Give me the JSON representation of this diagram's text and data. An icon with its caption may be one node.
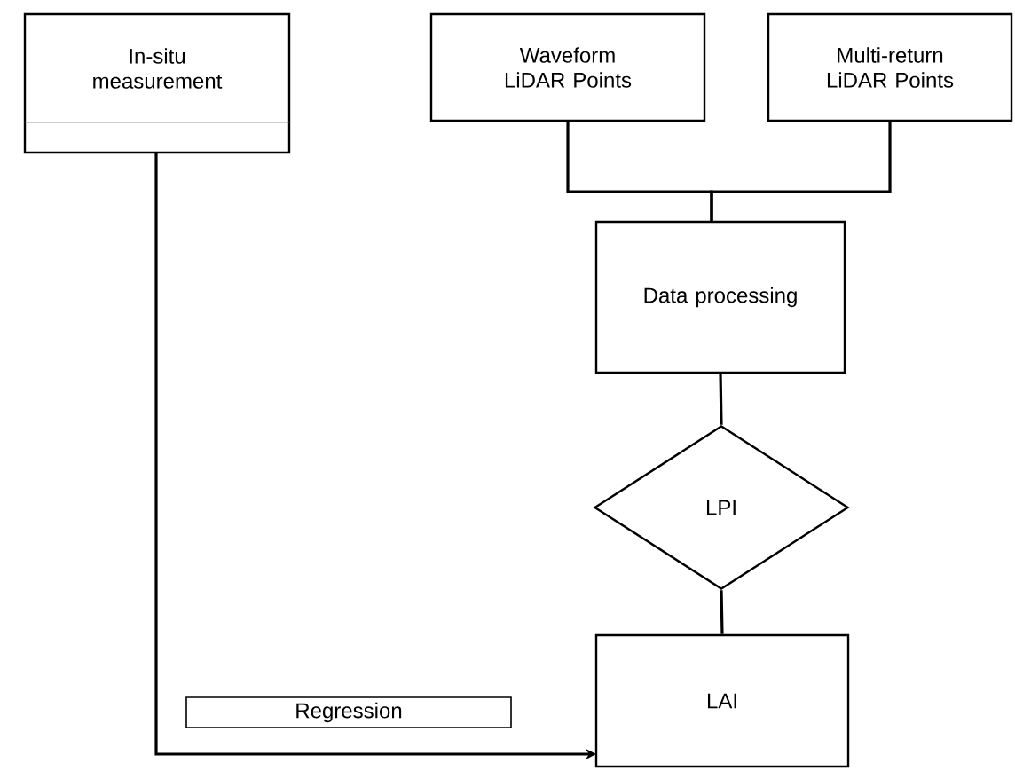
{
  "diagram": {
    "nodes": [
      {
        "text": [
          "In-situ measurement"
        ]
      },
      {
        "text": [
          "Waveform LiDAR Points"
        ]
      },
      {
        "text": [
          "Multi-return LiDAR Points"
        ]
      },
      {
        "text": [
          "Data processing"
        ]
      },
      {
        "text": [
          "LPI"
        ]
      },
      {
        "text": [
          "Regression"
        ]
      },
      {
        "text": [
          "LAI"
        ]
      }
    ],
    "edges": [
      {
        "from": 1,
        "to": 3,
        "arrow": "none"
      },
      {
        "from": 2,
        "to": 3,
        "arrow": "none"
      },
      {
        "from": 3,
        "to": 4,
        "arrow": "none"
      },
      {
        "from": 4,
        "to": 6,
        "arrow": "none"
      },
      {
        "from": 0,
        "to": 6,
        "arrow": "to"
      }
    ]
  }
}
